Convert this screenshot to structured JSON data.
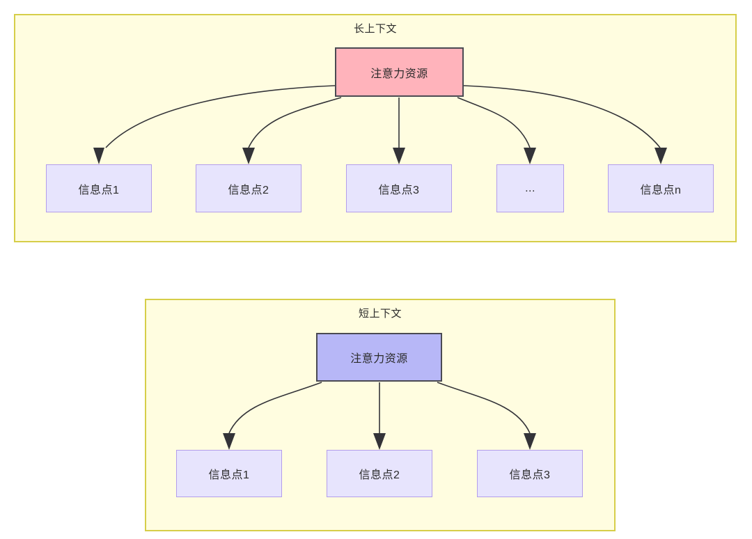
{
  "diagram": {
    "type": "node-link",
    "background": "#ffffff",
    "colors": {
      "group_fill": "#FFFDE0",
      "group_border": "#D6CE49",
      "attention_long_fill": "#FFB3BB",
      "attention_short_fill": "#B7B7F7",
      "attention_border": "#4A4A52",
      "info_fill": "#E7E4FD",
      "info_border": "#B39DEB",
      "edge": "#333338",
      "text": "#2b2b2b"
    },
    "groups": [
      {
        "id": "long-context",
        "title": "长上下文",
        "root": {
          "label": "注意力资源"
        },
        "children": [
          {
            "label": "信息点1"
          },
          {
            "label": "信息点2"
          },
          {
            "label": "信息点3"
          },
          {
            "label": "..."
          },
          {
            "label": "信息点n"
          }
        ]
      },
      {
        "id": "short-context",
        "title": "短上下文",
        "root": {
          "label": "注意力资源"
        },
        "children": [
          {
            "label": "信息点1"
          },
          {
            "label": "信息点2"
          },
          {
            "label": "信息点3"
          }
        ]
      }
    ]
  }
}
